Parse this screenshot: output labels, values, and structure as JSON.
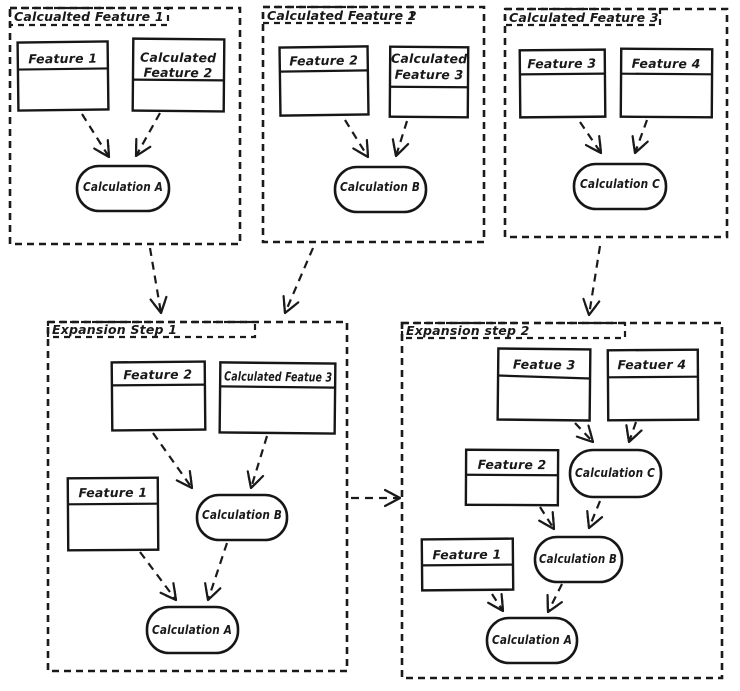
{
  "colors": {
    "ink": "#1a1a1a",
    "background": "#ffffff"
  },
  "groups": [
    {
      "label": "Calcualted Feature 1",
      "nodes": [
        {
          "kind": "feature",
          "lines": [
            "Feature 1"
          ]
        },
        {
          "kind": "feature",
          "lines": [
            "Calculated",
            "Feature 2"
          ]
        },
        {
          "kind": "calculation",
          "lines": [
            "Calculation A"
          ]
        }
      ],
      "edges": [
        "Feature 1 -> Calculation A",
        "Calculated Feature 2 -> Calculation A"
      ]
    },
    {
      "label": "Calculated Feature 2",
      "nodes": [
        {
          "kind": "feature",
          "lines": [
            "Feature 2"
          ]
        },
        {
          "kind": "feature",
          "lines": [
            "Calculated",
            "Feature 3"
          ]
        },
        {
          "kind": "calculation",
          "lines": [
            "Calculation B"
          ]
        }
      ],
      "edges": [
        "Feature 2 -> Calculation B",
        "Calculated Feature 3 -> Calculation B"
      ]
    },
    {
      "label": "Calculated Feature 3",
      "nodes": [
        {
          "kind": "feature",
          "lines": [
            "Feature 3"
          ]
        },
        {
          "kind": "feature",
          "lines": [
            "Feature 4"
          ]
        },
        {
          "kind": "calculation",
          "lines": [
            "Calculation C"
          ]
        }
      ],
      "edges": [
        "Feature 3 -> Calculation C",
        "Feature 4 -> Calculation C"
      ]
    },
    {
      "label": "Expansion Step 1",
      "nodes": [
        {
          "kind": "feature",
          "lines": [
            "Feature 2"
          ]
        },
        {
          "kind": "feature",
          "lines": [
            "Calculated Featue 3"
          ]
        },
        {
          "kind": "feature",
          "lines": [
            "Feature 1"
          ]
        },
        {
          "kind": "calculation",
          "lines": [
            "Calculation B"
          ]
        },
        {
          "kind": "calculation",
          "lines": [
            "Calculation A"
          ]
        }
      ],
      "edges": [
        "Feature 2 -> Calculation B",
        "Calculated Featue 3 -> Calculation B",
        "Feature 1 -> Calculation A",
        "Calculation B -> Calculation A"
      ]
    },
    {
      "label": "Expansion step 2",
      "nodes": [
        {
          "kind": "feature",
          "lines": [
            "Featue 3"
          ]
        },
        {
          "kind": "feature",
          "lines": [
            "Featuer 4"
          ]
        },
        {
          "kind": "feature",
          "lines": [
            "Feature 2"
          ]
        },
        {
          "kind": "calculation",
          "lines": [
            "Calculation C"
          ]
        },
        {
          "kind": "feature",
          "lines": [
            "Feature 1"
          ]
        },
        {
          "kind": "calculation",
          "lines": [
            "Calculation B"
          ]
        },
        {
          "kind": "calculation",
          "lines": [
            "Calculation A"
          ]
        }
      ],
      "edges": [
        "Featue 3 -> Calculation C",
        "Featuer 4 -> Calculation C",
        "Feature 2 -> Calculation B",
        "Calculation C -> Calculation B",
        "Feature 1 -> Calculation A",
        "Calculation B -> Calculation A"
      ]
    }
  ],
  "group_edges": [
    "Calcualted Feature 1 -> Expansion Step 1",
    "Calculated Feature 2 -> Expansion Step 1",
    "Calculated Feature 3 -> Expansion step 2",
    "Expansion Step 1 -> Expansion step 2"
  ]
}
